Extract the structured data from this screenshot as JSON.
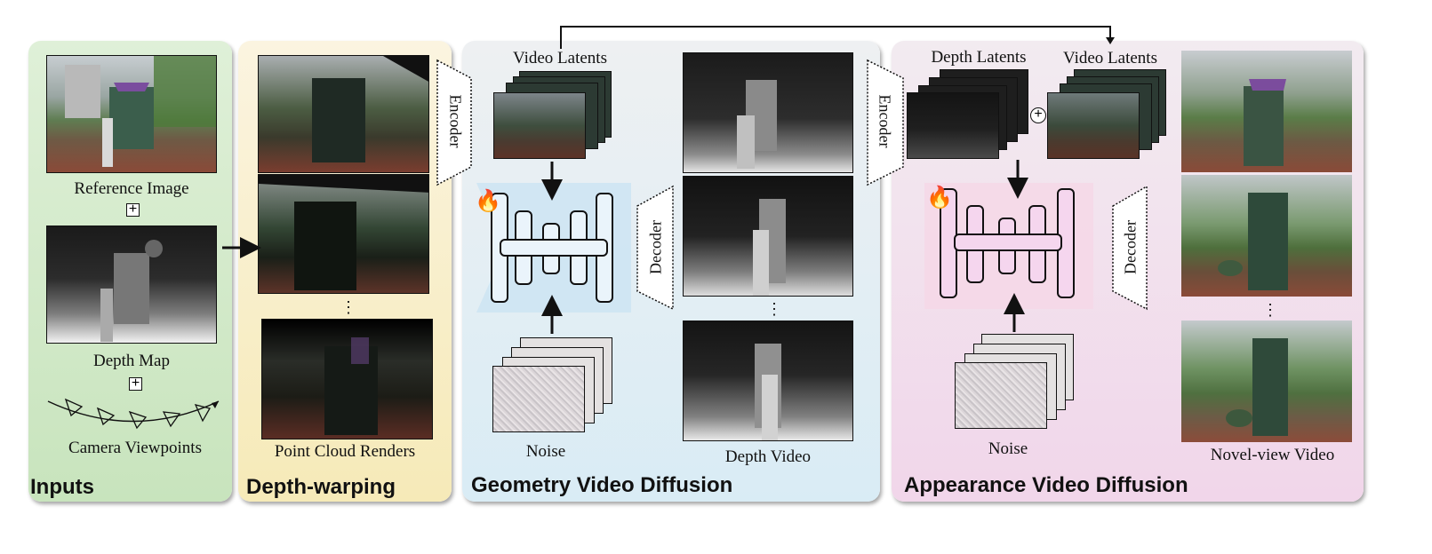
{
  "panels": {
    "inputs": {
      "title": "Inputs",
      "color_top": "#dcefd6",
      "color_bottom": "#c9e6bf"
    },
    "depth_warping": {
      "title": "Depth-warping",
      "color_top": "#fbf3df",
      "color_bottom": "#f7ecbf"
    },
    "geometry": {
      "title": "Geometry Video Diffusion",
      "color_top": "#eef1f3",
      "color_bottom": "#dcecf5"
    },
    "appearance": {
      "title": "Appearance Video Diffusion",
      "color_top": "#f3eaf0",
      "color_bottom": "#f2d8ec"
    }
  },
  "inputs": {
    "reference_image_caption": "Reference Image",
    "depth_map_caption": "Depth Map",
    "camera_caption": "Camera Viewpoints",
    "plus_symbol": "+"
  },
  "depth_warping": {
    "caption": "Point Cloud Renders",
    "ellipsis": "⋮"
  },
  "geometry": {
    "video_latents_label": "Video Latents",
    "encoder_label": "Encoder",
    "decoder_label": "Decoder",
    "noise_label": "Noise",
    "depth_video_caption": "Depth Video",
    "ellipsis": "⋮",
    "fire_icon": "🔥"
  },
  "appearance": {
    "encoder_label": "Encoder",
    "depth_latents_label": "Depth Latents",
    "video_latents_label": "Video Latents",
    "decoder_label": "Decoder",
    "noise_label": "Noise",
    "novel_view_caption": "Novel-view Video",
    "concat_symbol": "+",
    "ellipsis": "⋮",
    "fire_icon": "🔥"
  }
}
